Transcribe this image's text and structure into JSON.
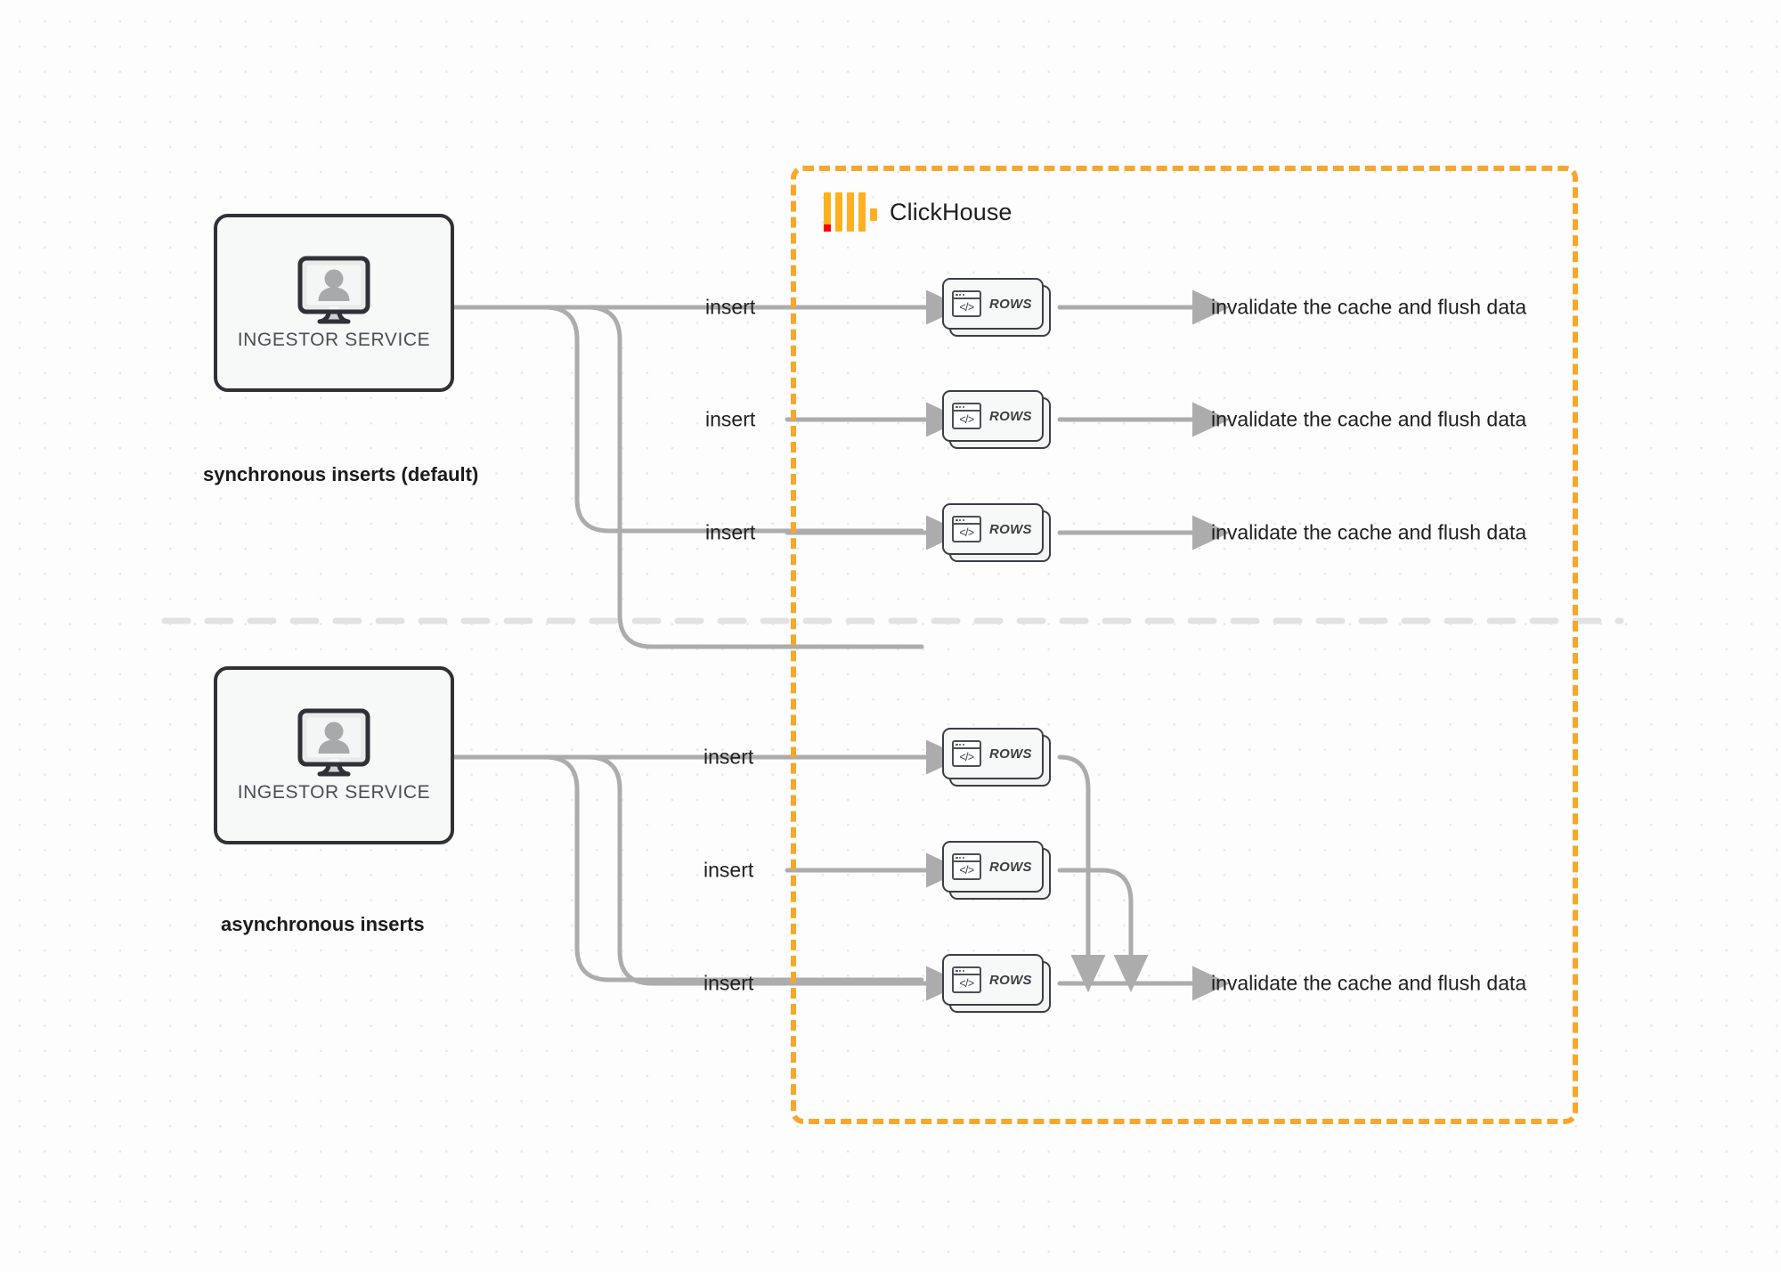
{
  "diagram": {
    "title": "ClickHouse synchronous vs asynchronous inserts",
    "background": "#fdfdfd",
    "accent_orange": "#f7a72b",
    "connector_gray": "#acacac",
    "node_border": "#2e3238"
  },
  "clickhouse_region": {
    "label": "ClickHouse",
    "logo_name": "clickhouse-logo",
    "border_style": "dashed",
    "border_color": "#f7a72b"
  },
  "sections": [
    {
      "id": "sync",
      "caption": "synchronous inserts (default)",
      "ingestor": {
        "label": "INGESTOR SERVICE",
        "icon": "monitor-user-icon"
      },
      "flows": [
        {
          "insert_label": "insert",
          "card_label": "ROWS",
          "card_icon": "code-window-icon",
          "outcome": "invalidate the cache and flush data"
        },
        {
          "insert_label": "insert",
          "card_label": "ROWS",
          "card_icon": "code-window-icon",
          "outcome": "invalidate the cache and flush data"
        },
        {
          "insert_label": "insert",
          "card_label": "ROWS",
          "card_icon": "code-window-icon",
          "outcome": "invalidate the cache and flush data"
        }
      ]
    },
    {
      "id": "async",
      "caption": "asynchronous inserts",
      "ingestor": {
        "label": "INGESTOR SERVICE",
        "icon": "monitor-user-icon"
      },
      "flows": [
        {
          "insert_label": "insert",
          "card_label": "ROWS",
          "card_icon": "code-window-icon",
          "outcome": null
        },
        {
          "insert_label": "insert",
          "card_label": "ROWS",
          "card_icon": "code-window-icon",
          "outcome": null
        },
        {
          "insert_label": "insert",
          "card_label": "ROWS",
          "card_icon": "code-window-icon",
          "outcome": "invalidate the cache and flush data"
        }
      ]
    }
  ],
  "code_glyph": "</>"
}
